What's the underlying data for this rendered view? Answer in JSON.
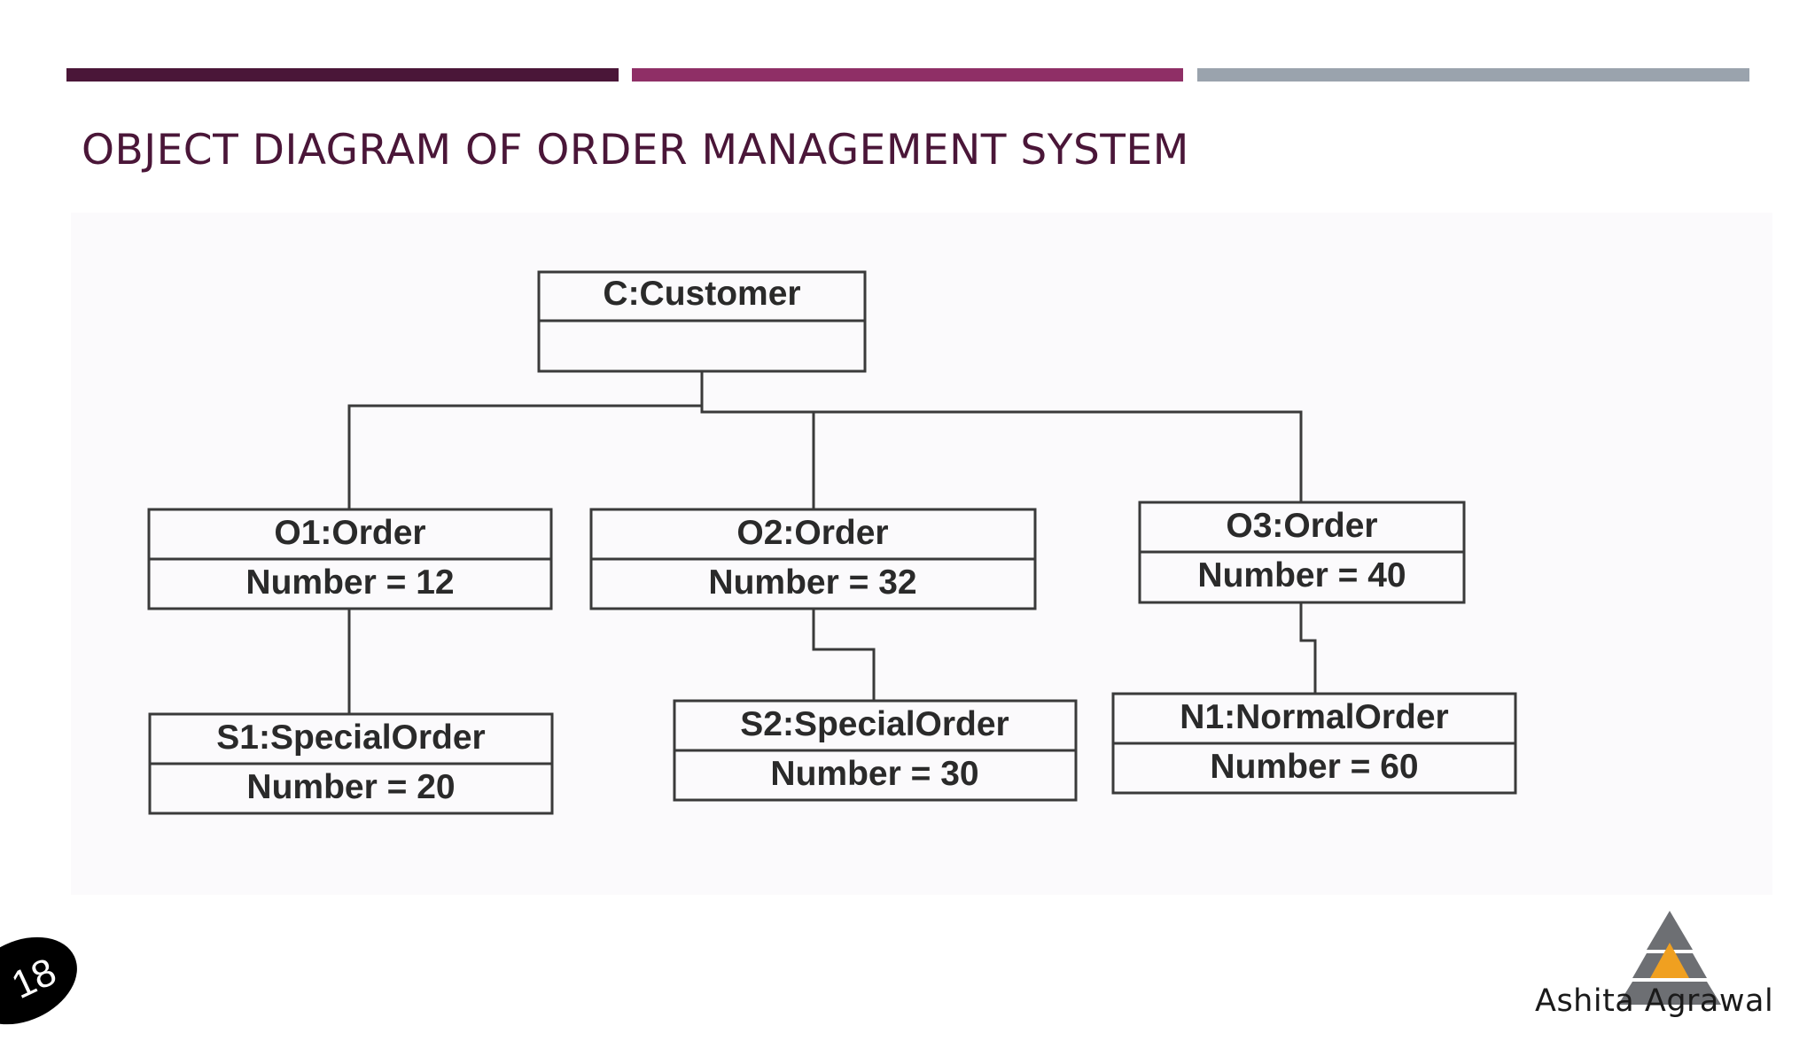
{
  "slide": {
    "title": "OBJECT DIAGRAM OF ORDER MANAGEMENT SYSTEM",
    "page_number": "18",
    "author": "Ashita Agrawal",
    "colors": {
      "bar_dark": "#4a1638",
      "bar_magenta": "#8f2f66",
      "bar_grey": "#9aa3ad",
      "logo_orange": "#f0a020",
      "logo_grey": "#6d6f73"
    }
  },
  "diagram": {
    "objects": [
      {
        "id": "customer",
        "name": "C:Customer",
        "attribute": ""
      },
      {
        "id": "o1",
        "name": "O1:Order",
        "attribute": "Number = 12"
      },
      {
        "id": "o2",
        "name": "O2:Order",
        "attribute": "Number = 32"
      },
      {
        "id": "o3",
        "name": "O3:Order",
        "attribute": "Number = 40"
      },
      {
        "id": "s1",
        "name": "S1:SpecialOrder",
        "attribute": "Number = 20"
      },
      {
        "id": "s2",
        "name": "S2:SpecialOrder",
        "attribute": "Number = 30"
      },
      {
        "id": "n1",
        "name": "N1:NormalOrder",
        "attribute": "Number = 60"
      }
    ],
    "links": [
      {
        "from": "customer",
        "to": "o1"
      },
      {
        "from": "customer",
        "to": "o2"
      },
      {
        "from": "customer",
        "to": "o3"
      },
      {
        "from": "o1",
        "to": "s1"
      },
      {
        "from": "o2",
        "to": "s2"
      },
      {
        "from": "o3",
        "to": "n1"
      }
    ]
  }
}
